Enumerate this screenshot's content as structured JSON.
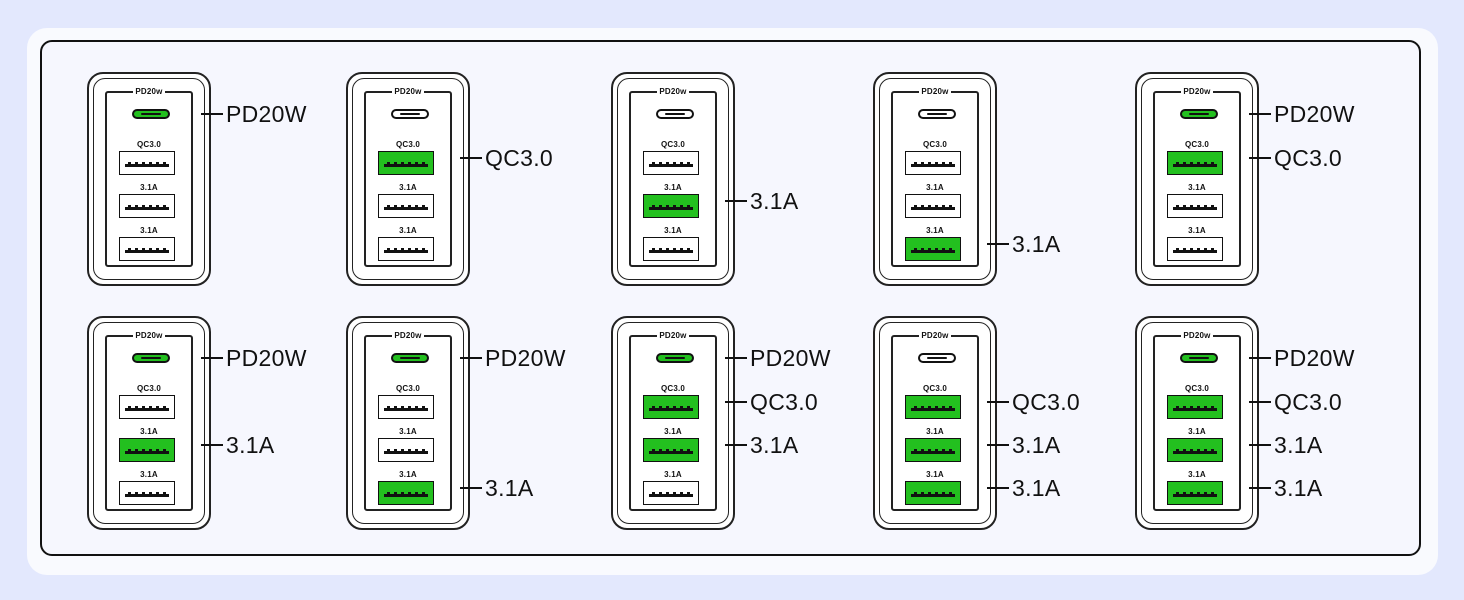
{
  "port_labels": {
    "pd": "PD20w",
    "qc": "QC3.0",
    "a1": "3.1A",
    "a2": "3.1A"
  },
  "callout_text": {
    "pd": "PD20W",
    "qc": "QC3.0",
    "a1": "3.1A",
    "a2": "3.1A"
  },
  "highlight_color": "#23c01f",
  "chargers": [
    {
      "active": {
        "pd": true,
        "qc": false,
        "a1": false,
        "a2": false
      }
    },
    {
      "active": {
        "pd": false,
        "qc": true,
        "a1": false,
        "a2": false
      }
    },
    {
      "active": {
        "pd": false,
        "qc": false,
        "a1": true,
        "a2": false
      }
    },
    {
      "active": {
        "pd": false,
        "qc": false,
        "a1": false,
        "a2": true
      }
    },
    {
      "active": {
        "pd": true,
        "qc": true,
        "a1": false,
        "a2": false
      }
    },
    {
      "active": {
        "pd": true,
        "qc": false,
        "a1": true,
        "a2": false
      }
    },
    {
      "active": {
        "pd": true,
        "qc": false,
        "a1": false,
        "a2": true
      }
    },
    {
      "active": {
        "pd": true,
        "qc": true,
        "a1": true,
        "a2": false
      }
    },
    {
      "active": {
        "pd": false,
        "qc": true,
        "a1": true,
        "a2": true
      }
    },
    {
      "active": {
        "pd": true,
        "qc": true,
        "a1": true,
        "a2": true
      }
    }
  ]
}
